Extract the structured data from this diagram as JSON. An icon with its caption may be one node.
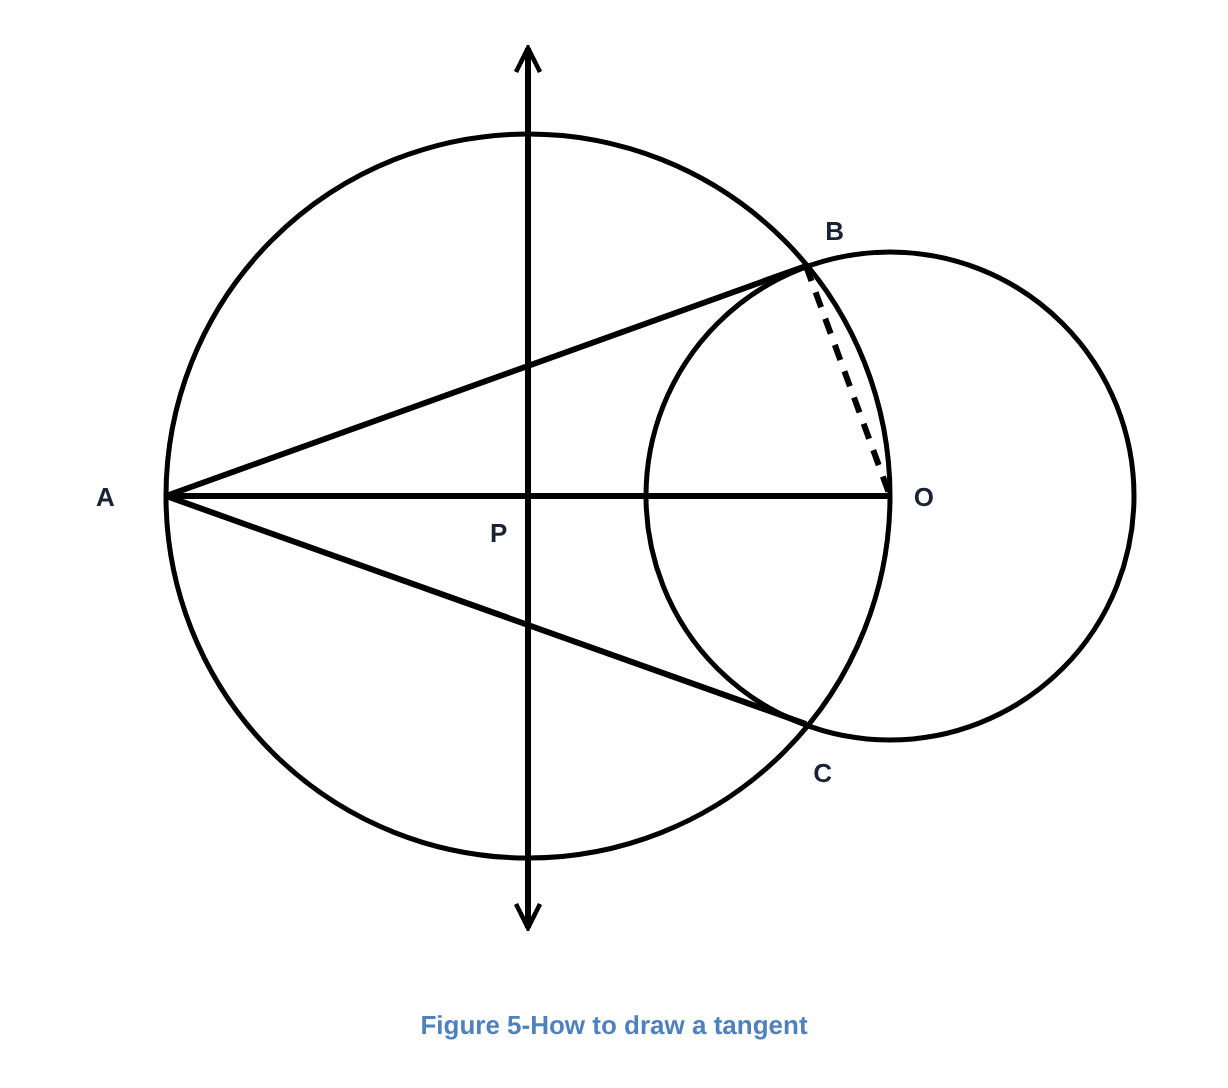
{
  "diagram": {
    "caption": "Figure 5-How to draw a tangent",
    "nodes": [
      {
        "text": [
          "A"
        ]
      },
      {
        "text": [
          "B"
        ]
      },
      {
        "text": [
          "O"
        ]
      },
      {
        "text": [
          "C"
        ]
      }
    ],
    "edges": [
      {
        "from": 0,
        "to": 1,
        "arrow": "none"
      },
      {
        "from": 0,
        "to": 2,
        "arrow": "none"
      },
      {
        "from": 0,
        "to": 3,
        "arrow": "none"
      },
      {
        "from": 1,
        "to": 2,
        "arrow": "none",
        "style": "dashed"
      }
    ],
    "labels": [
      "P"
    ]
  }
}
